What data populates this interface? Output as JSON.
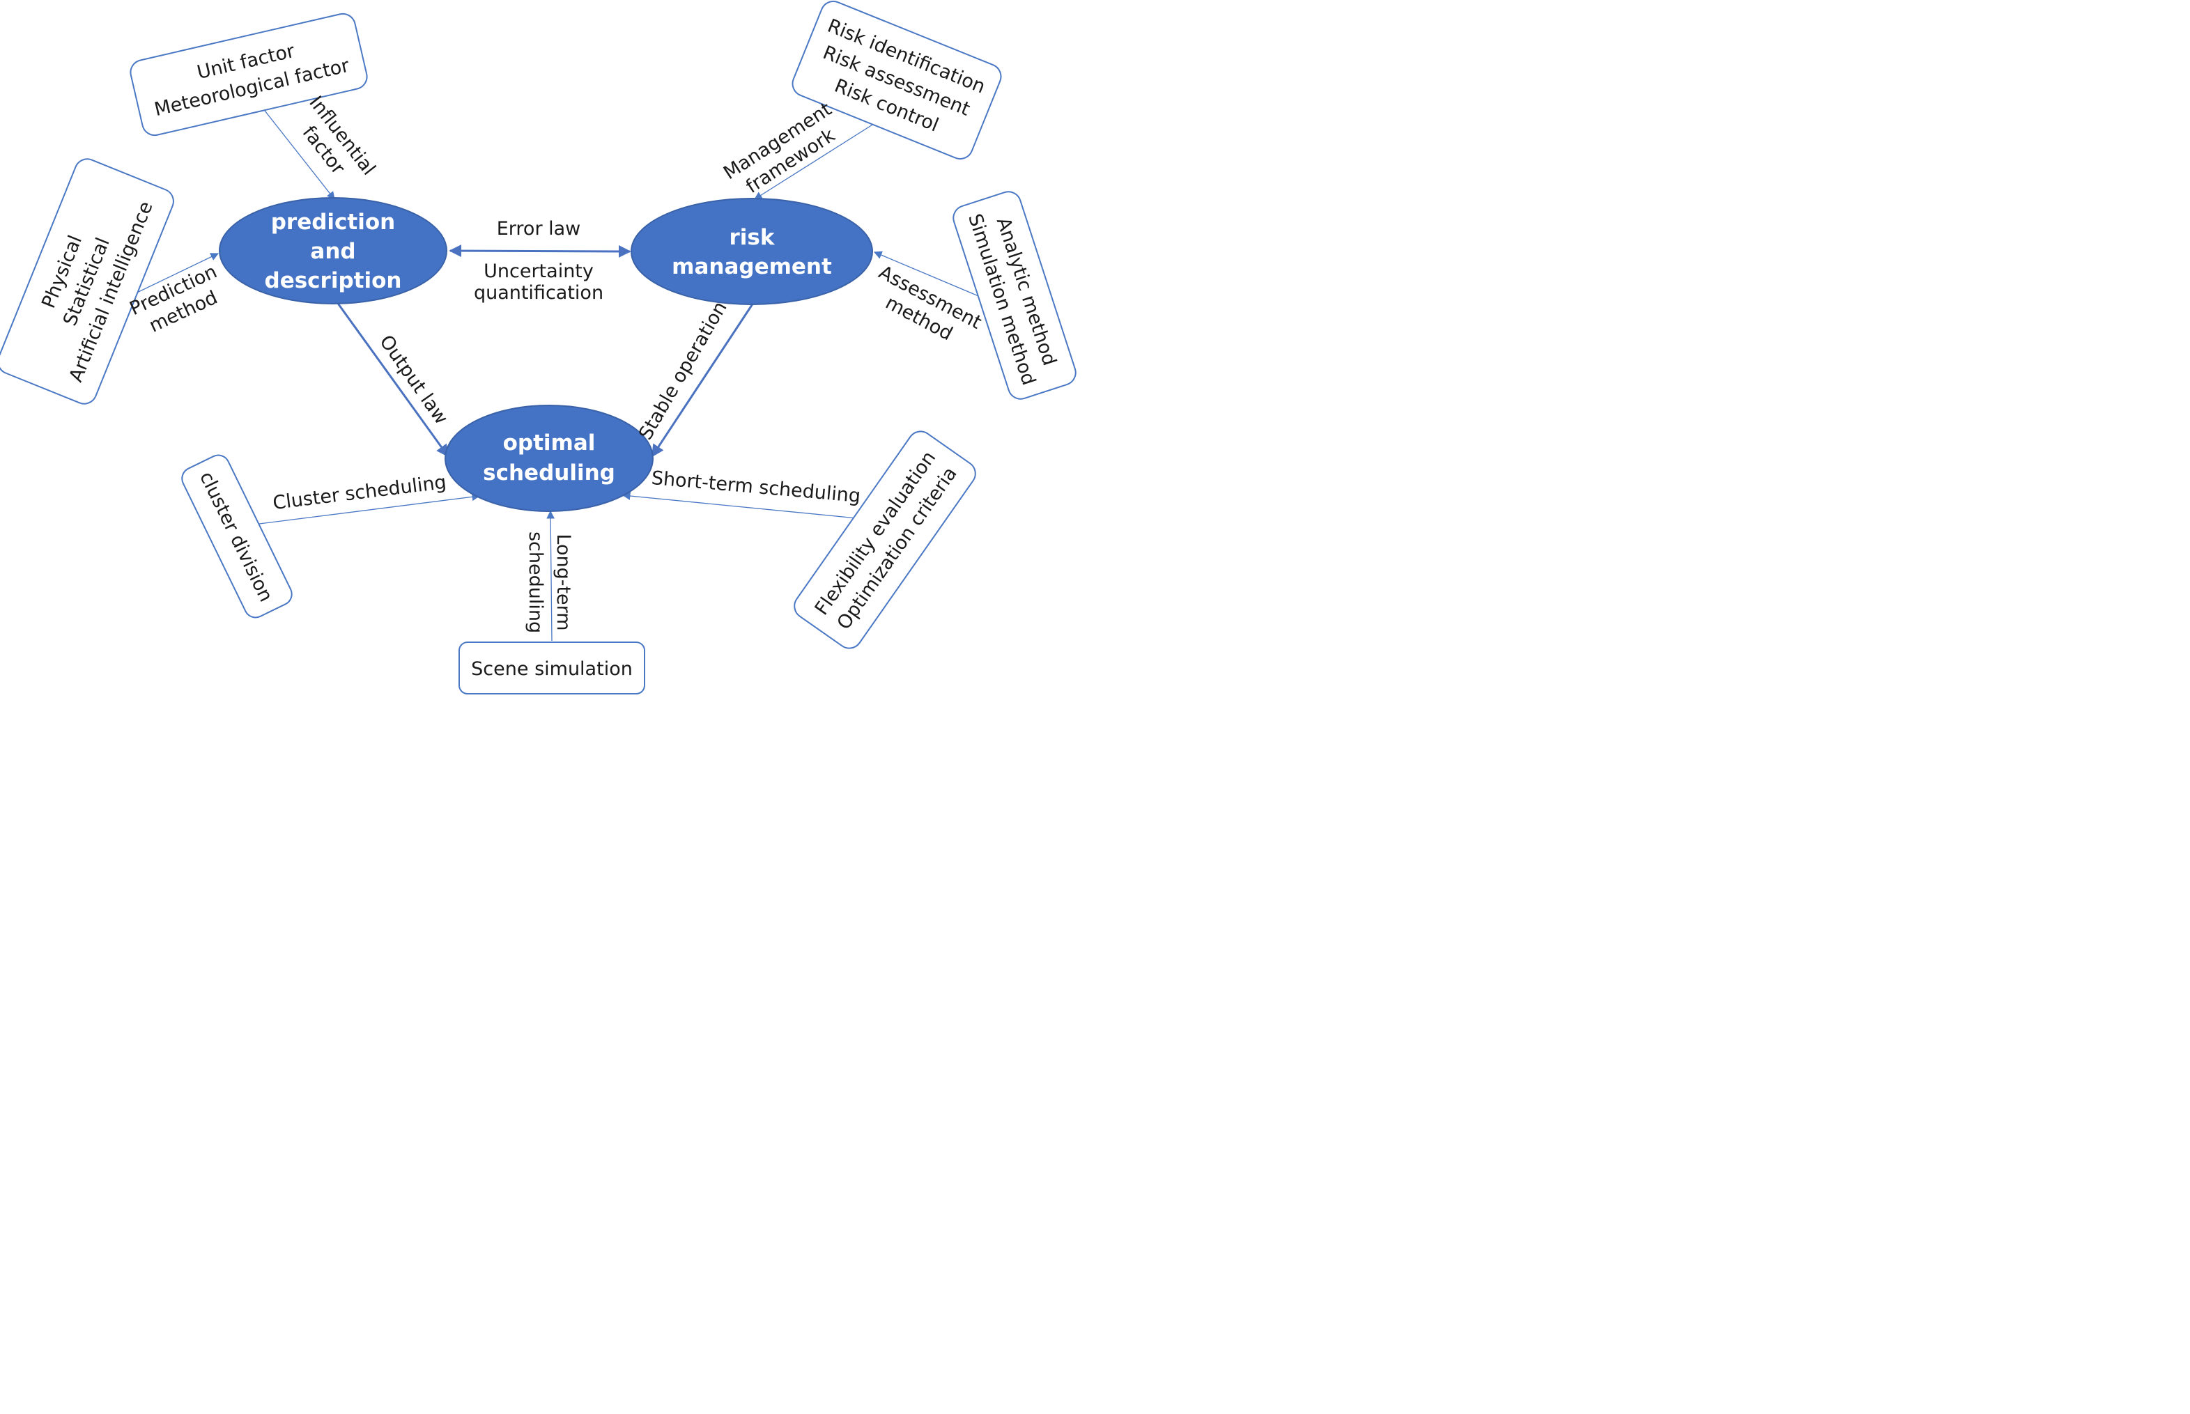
{
  "nodes": {
    "prediction": {
      "lines": [
        "prediction",
        "and",
        "description"
      ]
    },
    "risk": {
      "lines": [
        "risk",
        "management"
      ]
    },
    "scheduling": {
      "lines": [
        "optimal",
        "scheduling"
      ]
    }
  },
  "boxes": {
    "factors": {
      "lines": [
        "Unit factor",
        "Meteorological factor"
      ]
    },
    "methods": {
      "lines": [
        "Physical",
        "Statistical",
        "Artificial intelligence"
      ]
    },
    "risk_steps": {
      "lines": [
        "Risk identification",
        "Risk assessment",
        "Risk control"
      ]
    },
    "assessment_methods": {
      "lines": [
        "Analytic method",
        "Simulation method"
      ]
    },
    "cluster": {
      "lines": [
        "cluster division"
      ]
    },
    "scene": {
      "lines": [
        "Scene simulation"
      ]
    },
    "flexibility": {
      "lines": [
        "Flexibility evaluation",
        "Optimization criteria"
      ]
    }
  },
  "edge_labels": {
    "influential": [
      "Influential",
      "factor"
    ],
    "prediction_method": [
      "Prediction",
      "method"
    ],
    "management_framework": [
      "Management",
      "framework"
    ],
    "assessment_method": [
      "Assessment",
      "method"
    ],
    "error_law": "Error law",
    "uncertainty": [
      "Uncertainty",
      "quantification"
    ],
    "output_law": "Output law",
    "stable_operation": "Stable operation",
    "cluster_scheduling": "Cluster scheduling",
    "short_term": "Short-term scheduling",
    "long_term": [
      "Long-term",
      "scheduling"
    ]
  },
  "colors": {
    "node_fill": "#4472c4",
    "box_stroke": "#4a78c4",
    "arrow": "#4a72c0"
  }
}
